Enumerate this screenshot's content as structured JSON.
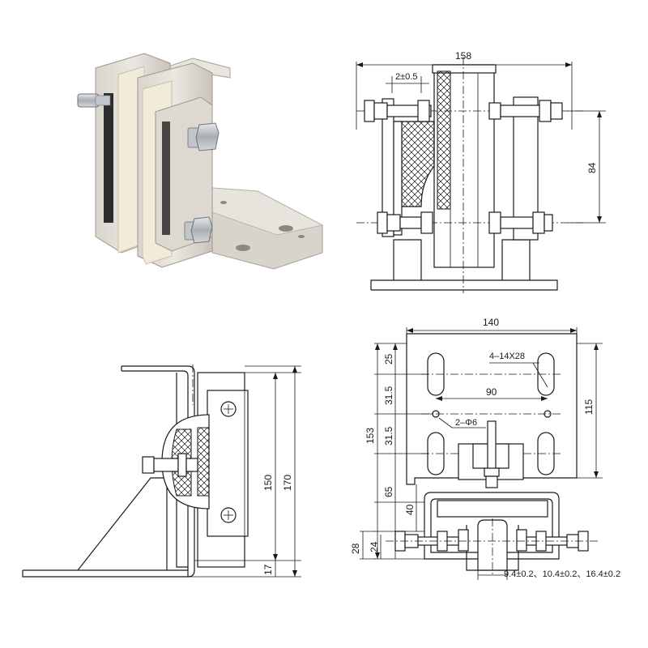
{
  "photo": {
    "colors": {
      "body_light": "#e4e0da",
      "body_mid": "#cfc9c0",
      "body_dark": "#9c968e",
      "liner": "#f1ecd9",
      "rubber": "#2c2c2c",
      "bolt": "#b9bec4"
    }
  },
  "front_view": {
    "dims": {
      "width": "158",
      "gap": "2±0.5",
      "height": "84"
    }
  },
  "side_view": {
    "dims": {
      "h1": "150",
      "h2": "170",
      "h3": "17"
    }
  },
  "plan_view": {
    "dims": {
      "width": "140",
      "slots": "4–14X28",
      "spacing": "90",
      "holes": "2–Φ6",
      "height_right": "115",
      "total": "153",
      "s25": "25",
      "s315a": "31.5",
      "s315b": "31.5",
      "s65": "65",
      "s40": "40",
      "s28": "28",
      "s24": "24",
      "rail_sizes": "9.4±0.2、10.4±0.2、16.4±0.2"
    }
  }
}
